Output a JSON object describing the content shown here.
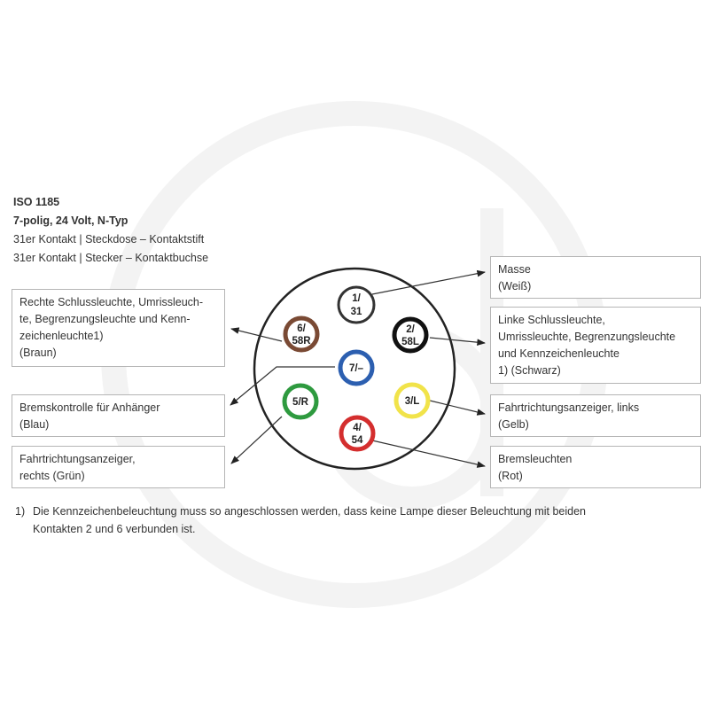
{
  "header": {
    "title": "ISO 1185",
    "subtitle": "7-polig, 24 Volt, N-Typ",
    "line1": "31er Kontakt | Steckdose – Kontaktstift",
    "line2": "31er Kontakt | Stecker – Kontaktbuchse"
  },
  "boxes": {
    "right_tail": [
      "Rechte Schlussleuchte, Umrissleuch-",
      "te, Begrenzungsleuchte und Kenn-",
      "zeichenleuchte1)",
      "(Braun)"
    ],
    "brake_control": [
      "Bremskontrolle für Anhänger",
      "(Blau)"
    ],
    "right_indicator": [
      "Fahrtrichtungsanzeiger,",
      "rechts (Grün)"
    ],
    "ground": [
      "Masse",
      "(Weiß)"
    ],
    "left_tail": [
      "Linke Schlussleuchte,",
      "Umrissleuchte, Begrenzungsleuchte",
      "und Kennzeichenleuchte",
      "1) (Schwarz)"
    ],
    "left_indicator": [
      "Fahrtrichtungsanzeiger, links",
      "(Gelb)"
    ],
    "brake": [
      "Bremsleuchten",
      "(Rot)"
    ]
  },
  "pins": {
    "p1": [
      "1/",
      "31"
    ],
    "p2": [
      "2/",
      "58L"
    ],
    "p3": [
      "3/L"
    ],
    "p4": [
      "4/",
      "54"
    ],
    "p5": [
      "5/R"
    ],
    "p6": [
      "6/",
      "58R"
    ],
    "p7": [
      "7/–"
    ]
  },
  "colors": {
    "white": "#ffffff",
    "black": "#111111",
    "yellow": "#f1e34a",
    "red": "#d42e2e",
    "green": "#2e9a3f",
    "brown": "#7a4a34",
    "blue": "#2c5fb0"
  },
  "footnote": {
    "number": "1)",
    "text": "Die Kennzeichenbeleuchtung muss so angeschlossen werden, dass keine Lampe dieser Beleuchtung mit beiden Kontakten 2 und 6 verbunden ist."
  }
}
